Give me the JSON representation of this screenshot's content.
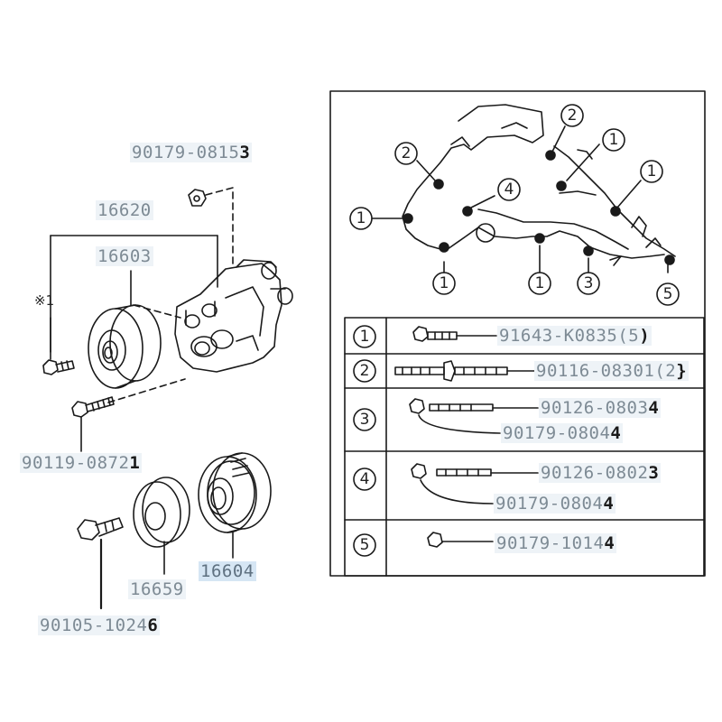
{
  "left_parts": {
    "p90179_08153": {
      "main": "90179-0815",
      "last": "3"
    },
    "p16620": {
      "main": "16620",
      "last": ""
    },
    "p16603": {
      "main": "16603",
      "last": ""
    },
    "note": "※1",
    "p90119_08721": {
      "main": "90119-0872",
      "last": "1"
    },
    "p16659": {
      "main": "16659",
      "last": ""
    },
    "p16604": {
      "main": "16604",
      "last": ""
    },
    "p90105_10246": {
      "main": "90105-1024",
      "last": "6"
    }
  },
  "callouts": {
    "diagram": [
      "2",
      "1",
      "2",
      "1",
      "4",
      "1",
      "1",
      "1",
      "3",
      "5"
    ]
  },
  "table": {
    "rows": [
      {
        "index": "1",
        "parts": [
          {
            "main": "91643-K0835",
            "suffix": "(5",
            "last": ")"
          }
        ]
      },
      {
        "index": "2",
        "parts": [
          {
            "main": "90116-08301",
            "suffix": "(2",
            "last": "}"
          }
        ]
      },
      {
        "index": "3",
        "parts": [
          {
            "main": "90126-0803",
            "suffix": "",
            "last": "4"
          },
          {
            "main": "90179-0804",
            "suffix": "",
            "last": "4"
          }
        ]
      },
      {
        "index": "4",
        "parts": [
          {
            "main": "90126-0802",
            "suffix": "",
            "last": "3"
          },
          {
            "main": "90179-0804",
            "suffix": "",
            "last": "4"
          }
        ]
      },
      {
        "index": "5",
        "parts": [
          {
            "main": "90179-1014",
            "suffix": "",
            "last": "4"
          }
        ]
      }
    ]
  },
  "colors": {
    "label_text": "#7d8a94",
    "label_bg": "#eef3f7",
    "highlight_bg": "#d6e6f4",
    "ink": "#1a1a1a"
  }
}
